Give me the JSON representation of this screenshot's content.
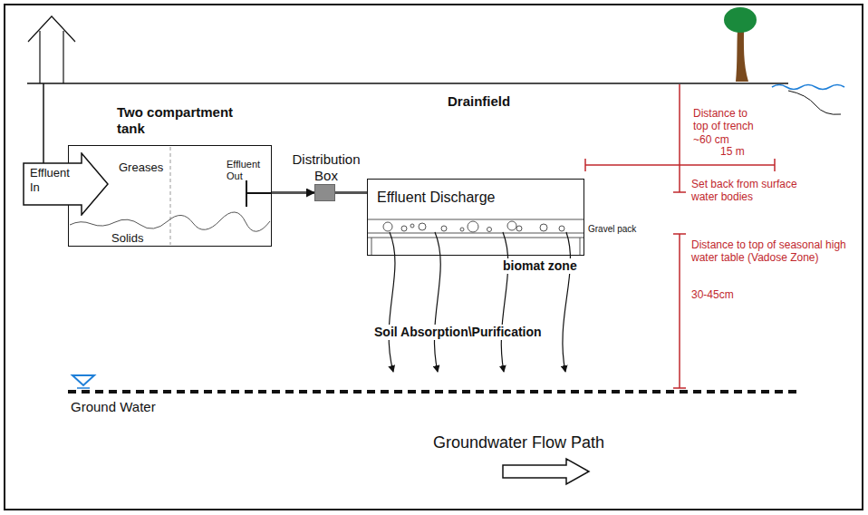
{
  "diagram": {
    "nodes": [
      {
        "text": [
          "Two compartment tank",
          "Greases",
          "Solids",
          "Effluent Out"
        ]
      },
      {
        "text": [
          "Effluent In"
        ]
      },
      {
        "text": [
          "Distribution Box"
        ]
      },
      {
        "text": [
          "Effluent Discharge"
        ]
      }
    ],
    "edges": [
      {
        "from": 0,
        "to": 2,
        "arrow": "to"
      },
      {
        "from": 2,
        "to": 3,
        "arrow": "none"
      }
    ],
    "labels": [
      "Drainfield",
      "Gravel pack",
      "biomat zone",
      "Soil Absorption\\Purification",
      "Distance to top of trench ~60 cm",
      "15 m",
      "Set back from surface water bodies",
      "Distance to top of seasonal high water table (Vadose Zone)",
      "30-45cm",
      "Ground Water",
      "Groundwater Flow Path"
    ]
  }
}
